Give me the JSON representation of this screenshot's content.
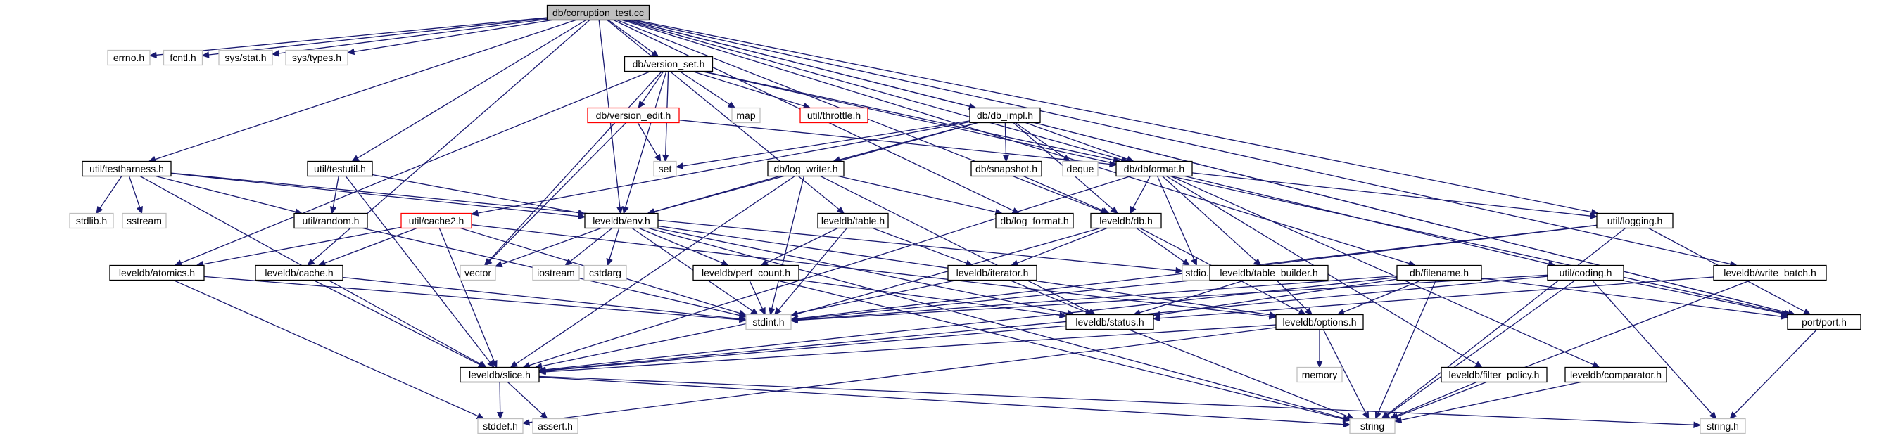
{
  "title": "db/corruption_test.cc",
  "colors": {
    "edge": "#191970",
    "fill_default": "#ffffff",
    "fill_root": "#bfbfbf",
    "stroke_default": "#000000",
    "stroke_external": "#bfbfbf",
    "stroke_truncated": "#ff0000"
  },
  "nodes": [
    {
      "id": "root",
      "label": "db/corruption_test.cc",
      "kind": "root"
    },
    {
      "id": "errno",
      "label": "errno.h",
      "kind": "external"
    },
    {
      "id": "fcntl",
      "label": "fcntl.h",
      "kind": "external"
    },
    {
      "id": "sysstat",
      "label": "sys/stat.h",
      "kind": "external"
    },
    {
      "id": "systypes",
      "label": "sys/types.h",
      "kind": "external"
    },
    {
      "id": "version_set",
      "label": "db/version_set.h",
      "kind": "file"
    },
    {
      "id": "map",
      "label": "map",
      "kind": "external"
    },
    {
      "id": "throttle",
      "label": "util/throttle.h",
      "kind": "truncated"
    },
    {
      "id": "version_edit",
      "label": "db/version_edit.h",
      "kind": "truncated"
    },
    {
      "id": "db_impl",
      "label": "db/db_impl.h",
      "kind": "file"
    },
    {
      "id": "set",
      "label": "set",
      "kind": "external"
    },
    {
      "id": "deque",
      "label": "deque",
      "kind": "external"
    },
    {
      "id": "snapshot",
      "label": "db/snapshot.h",
      "kind": "file"
    },
    {
      "id": "dbformat",
      "label": "db/dbformat.h",
      "kind": "file"
    },
    {
      "id": "testharness",
      "label": "util/testharness.h",
      "kind": "file"
    },
    {
      "id": "testutil",
      "label": "util/testutil.h",
      "kind": "file"
    },
    {
      "id": "log_writer",
      "label": "db/log_writer.h",
      "kind": "file"
    },
    {
      "id": "stdlib",
      "label": "stdlib.h",
      "kind": "external"
    },
    {
      "id": "sstream",
      "label": "sstream",
      "kind": "external"
    },
    {
      "id": "random",
      "label": "util/random.h",
      "kind": "file"
    },
    {
      "id": "env",
      "label": "leveldb/env.h",
      "kind": "file"
    },
    {
      "id": "log_format",
      "label": "db/log_format.h",
      "kind": "file"
    },
    {
      "id": "cache2",
      "label": "util/cache2.h",
      "kind": "truncated"
    },
    {
      "id": "table",
      "label": "leveldb/table.h",
      "kind": "file"
    },
    {
      "id": "db",
      "label": "leveldb/db.h",
      "kind": "file"
    },
    {
      "id": "logging",
      "label": "util/logging.h",
      "kind": "file"
    },
    {
      "id": "atomics",
      "label": "leveldb/atomics.h",
      "kind": "file"
    },
    {
      "id": "cache",
      "label": "leveldb/cache.h",
      "kind": "file"
    },
    {
      "id": "vector",
      "label": "vector",
      "kind": "external"
    },
    {
      "id": "iostream",
      "label": "iostream",
      "kind": "external"
    },
    {
      "id": "cstdarg",
      "label": "cstdarg",
      "kind": "external"
    },
    {
      "id": "perf_count",
      "label": "leveldb/perf_count.h",
      "kind": "file"
    },
    {
      "id": "iterator",
      "label": "leveldb/iterator.h",
      "kind": "file"
    },
    {
      "id": "stdio",
      "label": "stdio.h",
      "kind": "external"
    },
    {
      "id": "table_builder",
      "label": "leveldb/table_builder.h",
      "kind": "file"
    },
    {
      "id": "filename",
      "label": "db/filename.h",
      "kind": "file"
    },
    {
      "id": "coding",
      "label": "util/coding.h",
      "kind": "file"
    },
    {
      "id": "write_batch",
      "label": "leveldb/write_batch.h",
      "kind": "file"
    },
    {
      "id": "stdint",
      "label": "stdint.h",
      "kind": "external"
    },
    {
      "id": "status",
      "label": "leveldb/status.h",
      "kind": "file"
    },
    {
      "id": "options",
      "label": "leveldb/options.h",
      "kind": "file"
    },
    {
      "id": "port",
      "label": "port/port.h",
      "kind": "file"
    },
    {
      "id": "slice",
      "label": "leveldb/slice.h",
      "kind": "file"
    },
    {
      "id": "memory",
      "label": "memory",
      "kind": "external"
    },
    {
      "id": "filter_policy",
      "label": "leveldb/filter_policy.h",
      "kind": "file"
    },
    {
      "id": "comparator",
      "label": "leveldb/comparator.h",
      "kind": "file"
    },
    {
      "id": "stddef",
      "label": "stddef.h",
      "kind": "external"
    },
    {
      "id": "assert",
      "label": "assert.h",
      "kind": "external"
    },
    {
      "id": "string",
      "label": "string",
      "kind": "external"
    },
    {
      "id": "stringh",
      "label": "string.h",
      "kind": "external"
    }
  ],
  "edges": [
    [
      "root",
      "errno"
    ],
    [
      "root",
      "fcntl"
    ],
    [
      "root",
      "sysstat"
    ],
    [
      "root",
      "systypes"
    ],
    [
      "root",
      "version_set"
    ],
    [
      "root",
      "db_impl"
    ],
    [
      "root",
      "dbformat"
    ],
    [
      "root",
      "testharness"
    ],
    [
      "root",
      "testutil"
    ],
    [
      "root",
      "env"
    ],
    [
      "root",
      "log_format"
    ],
    [
      "root",
      "table"
    ],
    [
      "root",
      "db"
    ],
    [
      "root",
      "logging"
    ],
    [
      "root",
      "cache"
    ],
    [
      "root",
      "filename"
    ],
    [
      "root",
      "write_batch"
    ],
    [
      "root",
      "port"
    ],
    [
      "version_set",
      "map"
    ],
    [
      "version_set",
      "throttle"
    ],
    [
      "version_set",
      "version_edit"
    ],
    [
      "version_set",
      "set"
    ],
    [
      "version_set",
      "vector"
    ],
    [
      "version_set",
      "dbformat"
    ],
    [
      "version_set",
      "env"
    ],
    [
      "version_set",
      "atomics"
    ],
    [
      "version_set",
      "port"
    ],
    [
      "version_edit",
      "set"
    ],
    [
      "version_edit",
      "vector"
    ],
    [
      "version_edit",
      "dbformat"
    ],
    [
      "db_impl",
      "set"
    ],
    [
      "db_impl",
      "deque"
    ],
    [
      "db_impl",
      "snapshot"
    ],
    [
      "db_impl",
      "dbformat"
    ],
    [
      "db_impl",
      "log_writer"
    ],
    [
      "db_impl",
      "env"
    ],
    [
      "db_impl",
      "db"
    ],
    [
      "db_impl",
      "cache2"
    ],
    [
      "db_impl",
      "port"
    ],
    [
      "snapshot",
      "db"
    ],
    [
      "dbformat",
      "stdio"
    ],
    [
      "dbformat",
      "db"
    ],
    [
      "dbformat",
      "logging"
    ],
    [
      "dbformat",
      "coding"
    ],
    [
      "dbformat",
      "comparator"
    ],
    [
      "dbformat",
      "filter_policy"
    ],
    [
      "dbformat",
      "table_builder"
    ],
    [
      "dbformat",
      "slice"
    ],
    [
      "testharness",
      "stdlib"
    ],
    [
      "testharness",
      "sstream"
    ],
    [
      "testharness",
      "random"
    ],
    [
      "testharness",
      "env"
    ],
    [
      "testharness",
      "stdio"
    ],
    [
      "testharness",
      "slice"
    ],
    [
      "testutil",
      "random"
    ],
    [
      "testutil",
      "env"
    ],
    [
      "testutil",
      "slice"
    ],
    [
      "log_writer",
      "stdint"
    ],
    [
      "log_writer",
      "log_format"
    ],
    [
      "log_writer",
      "env"
    ],
    [
      "log_writer",
      "slice"
    ],
    [
      "log_writer",
      "status"
    ],
    [
      "random",
      "stdint"
    ],
    [
      "env",
      "vector"
    ],
    [
      "env",
      "iostream"
    ],
    [
      "env",
      "cstdarg"
    ],
    [
      "env",
      "string"
    ],
    [
      "env",
      "stdint"
    ],
    [
      "env",
      "perf_count"
    ],
    [
      "env",
      "status"
    ],
    [
      "env",
      "options"
    ],
    [
      "cache2",
      "atomics"
    ],
    [
      "cache2",
      "cache"
    ],
    [
      "cache2",
      "stdint"
    ],
    [
      "cache2",
      "slice"
    ],
    [
      "cache2",
      "options"
    ],
    [
      "table",
      "stdint"
    ],
    [
      "table",
      "perf_count"
    ],
    [
      "table",
      "iterator"
    ],
    [
      "db",
      "stdint"
    ],
    [
      "db",
      "stdio"
    ],
    [
      "db",
      "iterator"
    ],
    [
      "db",
      "options"
    ],
    [
      "logging",
      "stdio"
    ],
    [
      "logging",
      "stdint"
    ],
    [
      "logging",
      "string"
    ],
    [
      "logging",
      "port"
    ],
    [
      "atomics",
      "stddef"
    ],
    [
      "atomics",
      "stdint"
    ],
    [
      "cache",
      "stdint"
    ],
    [
      "cache",
      "slice"
    ],
    [
      "perf_count",
      "stdint"
    ],
    [
      "perf_count",
      "status"
    ],
    [
      "perf_count",
      "string"
    ],
    [
      "iterator",
      "slice"
    ],
    [
      "iterator",
      "status"
    ],
    [
      "table_builder",
      "stdint"
    ],
    [
      "table_builder",
      "options"
    ],
    [
      "table_builder",
      "status"
    ],
    [
      "filename",
      "stdint"
    ],
    [
      "filename",
      "string"
    ],
    [
      "filename",
      "slice"
    ],
    [
      "filename",
      "status"
    ],
    [
      "filename",
      "port"
    ],
    [
      "filename",
      "options"
    ],
    [
      "coding",
      "stdint"
    ],
    [
      "coding",
      "string"
    ],
    [
      "coding",
      "port"
    ],
    [
      "coding",
      "slice"
    ],
    [
      "coding",
      "stringh"
    ],
    [
      "write_batch",
      "string"
    ],
    [
      "write_batch",
      "status"
    ],
    [
      "status",
      "string"
    ],
    [
      "status",
      "slice"
    ],
    [
      "options",
      "stddef"
    ],
    [
      "options",
      "memory"
    ],
    [
      "options",
      "string"
    ],
    [
      "options",
      "slice"
    ],
    [
      "port",
      "stringh"
    ],
    [
      "slice",
      "assert"
    ],
    [
      "slice",
      "stddef"
    ],
    [
      "slice",
      "string"
    ],
    [
      "slice",
      "stringh"
    ],
    [
      "filter_policy",
      "string"
    ],
    [
      "comparator",
      "string"
    ]
  ]
}
